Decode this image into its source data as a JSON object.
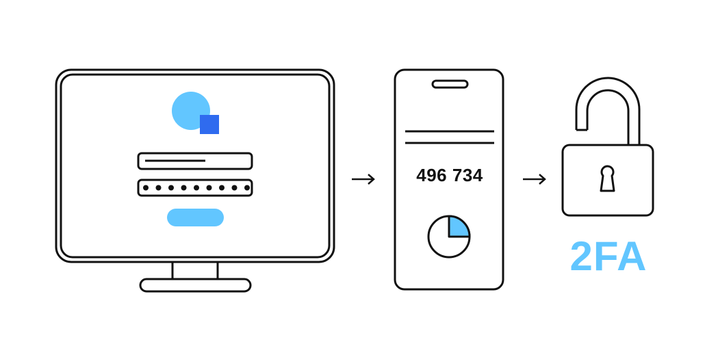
{
  "diagram": {
    "colors": {
      "stroke": "#111111",
      "accent_light": "#62C6FF",
      "accent_dark": "#2F6BEF",
      "background": "#FFFFFF"
    },
    "steps": [
      {
        "id": "computer-login",
        "icons": [
          "monitor-icon",
          "user-avatar-icon",
          "username-field",
          "password-field",
          "login-button"
        ],
        "password_mask": "●●●●●●●●●"
      },
      {
        "id": "phone-code",
        "code": "496 734",
        "timer_fraction_elapsed": 0.25
      },
      {
        "id": "unlock",
        "label": "2FA"
      }
    ],
    "arrows": [
      "arrow-right-icon",
      "arrow-right-icon"
    ]
  }
}
